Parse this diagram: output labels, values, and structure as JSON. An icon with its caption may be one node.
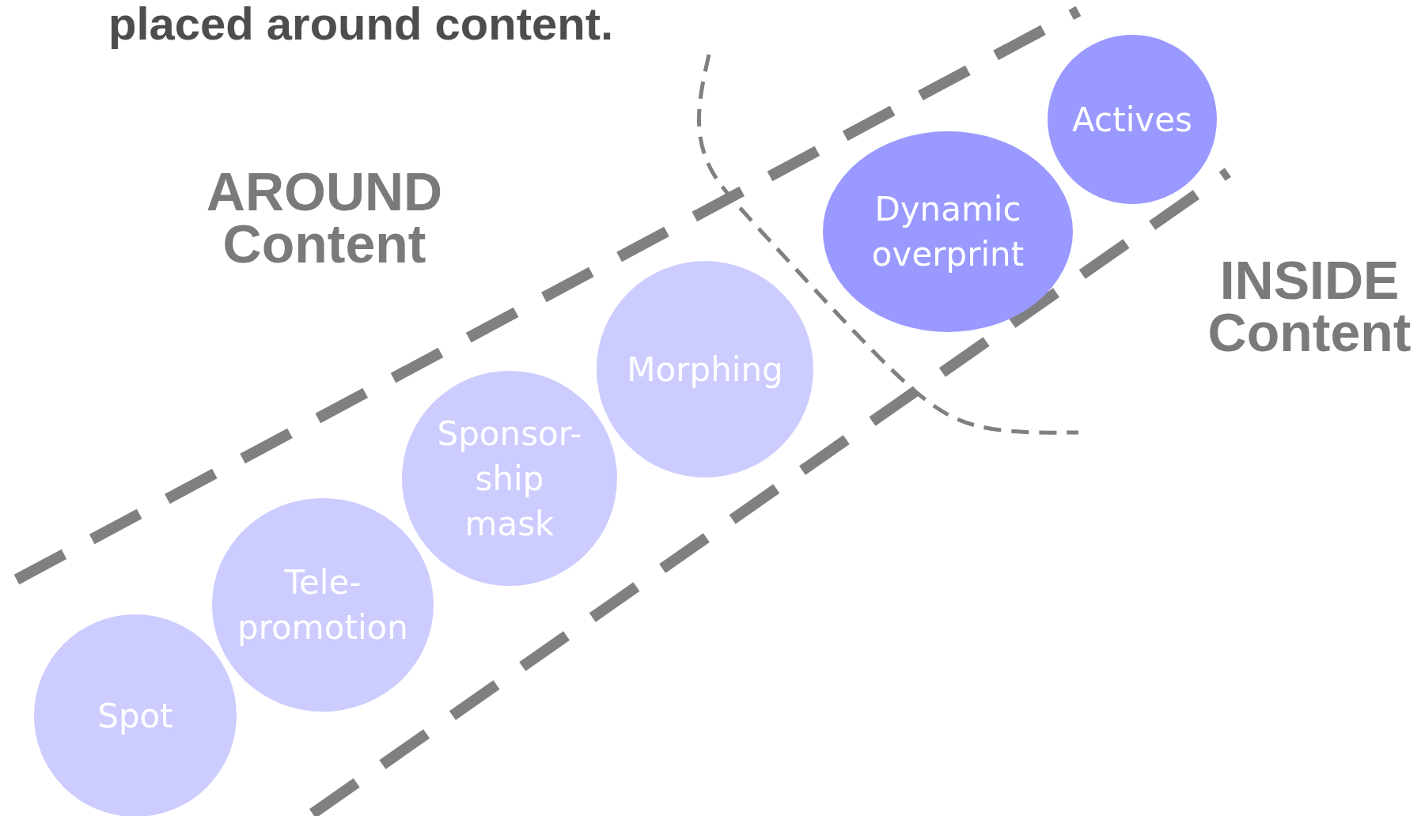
{
  "diagram": {
    "title": "placed around content.",
    "nodes": [
      {
        "text": [
          "Actives"
        ]
      },
      {
        "text": [
          "Dynamic overprint"
        ]
      },
      {
        "text": [
          "Morphing"
        ]
      },
      {
        "text": [
          "Sponsor- ship mask"
        ]
      },
      {
        "text": [
          "Tele- promotion"
        ]
      },
      {
        "text": [
          "Spot"
        ]
      }
    ],
    "labels": [
      "AROUND Content",
      "INSIDE Content"
    ]
  }
}
